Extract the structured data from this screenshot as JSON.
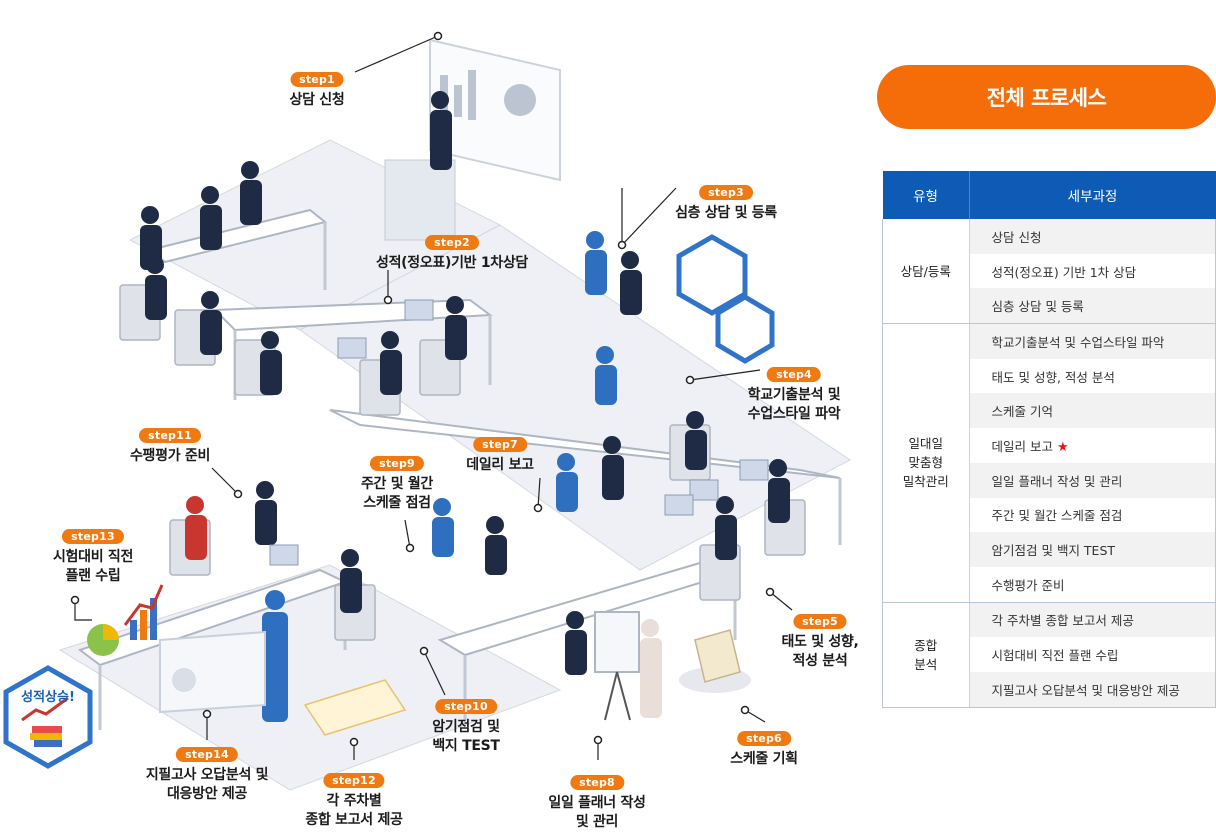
{
  "header": {
    "title": "전체 프로세스"
  },
  "table": {
    "col_type": "유형",
    "col_detail": "세부과정",
    "groups": [
      {
        "type_lines": [
          "상담/등록"
        ],
        "items": [
          "상담 신청",
          "성적(정오표) 기반 1차 상담",
          "심층 상담 및 등록"
        ]
      },
      {
        "type_lines": [
          "일대일",
          "맞춤형",
          "밀착관리"
        ],
        "items": [
          "학교기출분석 및 수업스타일 파악",
          "태도 및 성향, 적성 분석",
          "스케줄 기억",
          "데일리 보고",
          "일일 플래너 작성 및 관리",
          "주간 및 월간 스케줄 점검",
          "암기점검 및 백지 TEST",
          "수행평가 준비"
        ]
      },
      {
        "type_lines": [
          "종합",
          "분석"
        ],
        "items": [
          "각 주차별 종합 보고서 제공",
          "시험대비 직전 플랜 수립",
          "지필고사 오답분석 및 대응방안 제공"
        ]
      }
    ],
    "highlight_star": "★"
  },
  "steps": [
    {
      "badge": "step1",
      "lines": [
        "상담 신청"
      ]
    },
    {
      "badge": "step2",
      "lines": [
        "성적(정오표)기반 1차상담"
      ]
    },
    {
      "badge": "step3",
      "lines": [
        "심층 상담 및 등록"
      ]
    },
    {
      "badge": "step4",
      "lines": [
        "학교기출분석 및",
        "수업스타일 파악"
      ]
    },
    {
      "badge": "step5",
      "lines": [
        "태도 및 성향,",
        "적성 분석"
      ]
    },
    {
      "badge": "step6",
      "lines": [
        "스케줄 기획"
      ]
    },
    {
      "badge": "step7",
      "lines": [
        "데일리 보고"
      ]
    },
    {
      "badge": "step8",
      "lines": [
        "일일 플래너 작성",
        "및 관리"
      ]
    },
    {
      "badge": "step9",
      "lines": [
        "주간 및 월간",
        "스케줄 점검"
      ]
    },
    {
      "badge": "step10",
      "lines": [
        "암기점검 및",
        "백지 TEST"
      ]
    },
    {
      "badge": "step11",
      "lines": [
        "수팽평가 준비"
      ]
    },
    {
      "badge": "step12",
      "lines": [
        "각 주차별",
        "종합 보고서 제공"
      ]
    },
    {
      "badge": "step13",
      "lines": [
        "시험대비 직전",
        "플랜 수립"
      ]
    },
    {
      "badge": "step14",
      "lines": [
        "지필고사 오답분석 및",
        "대응방안 제공"
      ]
    }
  ],
  "badge_rise": "성적상승!",
  "colors": {
    "accent": "#f46d09",
    "badge": "#f07a12",
    "table_header": "#0e5bb5",
    "hex": "#2f74c8"
  }
}
